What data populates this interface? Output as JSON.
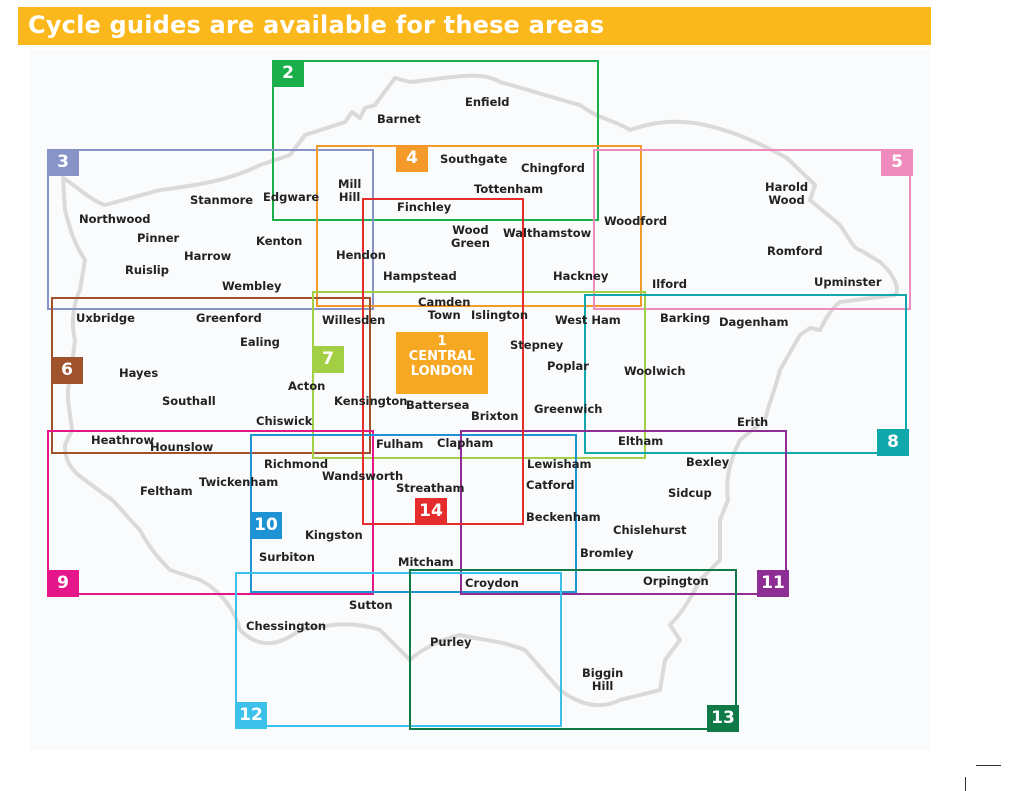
{
  "title": "Cycle guides are available for these areas",
  "central": {
    "number": "1",
    "label": "CENTRAL\nLONDON",
    "color": "#f7a823"
  },
  "areas": [
    {
      "number": "2",
      "color": "#1aaf4b"
    },
    {
      "number": "3",
      "color": "#8894c8"
    },
    {
      "number": "4",
      "color": "#f39a2b"
    },
    {
      "number": "5",
      "color": "#ef8bbd"
    },
    {
      "number": "6",
      "color": "#a0522d"
    },
    {
      "number": "7",
      "color": "#a3cf45"
    },
    {
      "number": "8",
      "color": "#11a8ab"
    },
    {
      "number": "9",
      "color": "#e5168a"
    },
    {
      "number": "10",
      "color": "#1d93d3"
    },
    {
      "number": "11",
      "color": "#8e2d94"
    },
    {
      "number": "12",
      "color": "#3cc1ea"
    },
    {
      "number": "13",
      "color": "#0f7a48"
    },
    {
      "number": "14",
      "color": "#e52d2d"
    }
  ],
  "places": [
    "Enfield",
    "Barnet",
    "Southgate",
    "Chingford",
    "Mill\nHill",
    "Tottenham",
    "Edgware",
    "Stanmore",
    "Finchley",
    "Harold\nWood",
    "Woodford",
    "Northwood",
    "Wood\nGreen",
    "Walthamstow",
    "Pinner",
    "Kenton",
    "Harrow",
    "Hendon",
    "Romford",
    "Ruislip",
    "Hampstead",
    "Hackney",
    "Wembley",
    "Ilford",
    "Upminster",
    "Camden\nTown",
    "Islington",
    "Uxbridge",
    "Greenford",
    "Willesden",
    "West Ham",
    "Barking",
    "Dagenham",
    "Ealing",
    "Stepney",
    "Hayes",
    "Poplar",
    "Woolwich",
    "Acton",
    "Southall",
    "Kensington",
    "Battersea",
    "Brixton",
    "Greenwich",
    "Chiswick",
    "Erith",
    "Heathrow",
    "Hounslow",
    "Fulham",
    "Clapham",
    "Eltham",
    "Richmond",
    "Lewisham",
    "Bexley",
    "Wandsworth",
    "Twickenham",
    "Catford",
    "Feltham",
    "Streatham",
    "Sidcup",
    "Beckenham",
    "Kingston",
    "Chislehurst",
    "Surbiton",
    "Bromley",
    "Mitcham",
    "Croydon",
    "Orpington",
    "Sutton",
    "Chessington",
    "Purley",
    "Biggin\nHill"
  ]
}
